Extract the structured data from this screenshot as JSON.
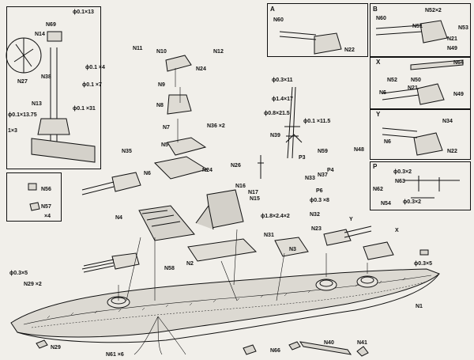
{
  "panels": {
    "A": {
      "tag": "A",
      "parts": [
        "N60",
        "N22"
      ]
    },
    "B": {
      "tag": "B",
      "parts": [
        "N60",
        "N52×2",
        "N51",
        "N21",
        "N53",
        "N49"
      ]
    },
    "X": {
      "tag": "X",
      "parts": [
        "N64",
        "N52",
        "N50",
        "N21",
        "N6",
        "N49"
      ]
    },
    "Y": {
      "tag": "Y",
      "parts": [
        "N34",
        "N6",
        "N22"
      ]
    },
    "P": {
      "tag": "P",
      "parts": [
        "ϕ0.3×2",
        "N63",
        "N62",
        "N54",
        "ϕ0.3×2"
      ]
    },
    "mast": {
      "parts": [
        "ϕ0.1×13",
        "N69",
        "N14",
        "N38",
        "N27",
        "N13",
        "ϕ0.1 ×4",
        "ϕ0.1 ×7",
        "ϕ0.1 ×31",
        "ϕ0.1×13.75",
        "1×3"
      ]
    },
    "small": {
      "parts": [
        "N56",
        "N57",
        "×4"
      ]
    }
  },
  "callouts": {
    "n11": "N11",
    "n10": "N10",
    "n12": "N12",
    "n24": "N24",
    "n9": "N9",
    "n8": "N8",
    "n7": "N7",
    "n36": "N36 ×2",
    "n5": "N5",
    "n35": "N35",
    "n26": "N26",
    "n6": "N6",
    "n24b": "N24",
    "n16": "N16",
    "n15": "N15",
    "n17": "N17",
    "n39": "N39",
    "d1": "ϕ0.3×11",
    "d2": "ϕ1.4×17",
    "d3": "ϕ0.8×21.5",
    "d4": "ϕ0.1 ×11.5",
    "p3": "P3",
    "n59": "N59",
    "n48": "N48",
    "p4": "P4",
    "n37": "N37",
    "p6": "P6",
    "d5": "ϕ0.3 ×8",
    "d6": "ϕ1.8×2.4×2",
    "n33": "N33",
    "n32": "N32",
    "n23": "N23",
    "n4": "N4",
    "n31": "N31",
    "n2": "N2",
    "n3": "N3",
    "n58": "N58",
    "y": "Y",
    "x": "X",
    "d7": "ϕ0.3×5",
    "d8": "ϕ0.3×5",
    "n29": "N29 ×2",
    "n1": "N1",
    "n29b": "N29",
    "n61": "N61 ×6",
    "n66": "N66",
    "n40": "N40",
    "n41": "N41"
  }
}
